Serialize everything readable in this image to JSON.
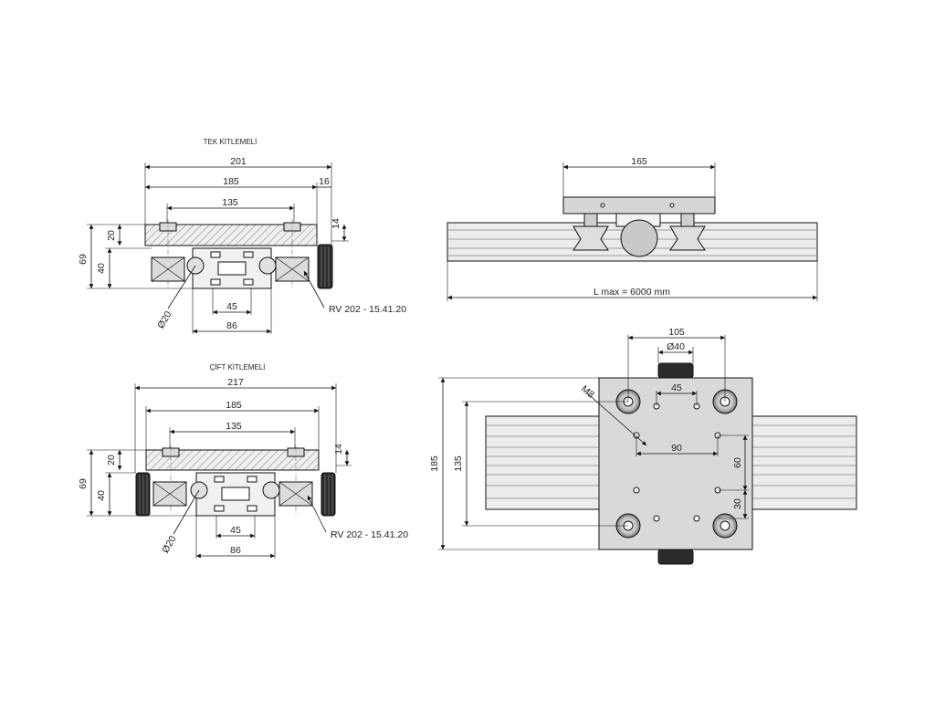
{
  "colors": {
    "background": "#ffffff",
    "line": "#111111",
    "plate": "#d9d9d9",
    "rail": "#e8e8e8",
    "knob": "#222222"
  },
  "single_lock": {
    "title": "TEK KİTLEMELİ",
    "dims": {
      "width_total": "201",
      "width_plate": "185",
      "bolt_spacing": "135",
      "overhang": "16",
      "plate_thk": "20",
      "height_total": "69",
      "height_lower": "40",
      "top_offset": "14",
      "slot": "45",
      "profile": "86",
      "knob_dia": "Ø20"
    },
    "callout": "RV 202 - 15.41.20"
  },
  "double_lock": {
    "title": "ÇİFT KİTLEMELİ",
    "dims": {
      "width_total": "217",
      "width_plate": "185",
      "bolt_spacing": "135",
      "plate_thk": "20",
      "height_total": "69",
      "height_lower": "40",
      "top_offset": "14",
      "slot": "45",
      "profile": "86",
      "knob_dia": "Ø20"
    },
    "callout": "RV 202 - 15.41.20"
  },
  "side_view": {
    "carriage_width": "165",
    "rail_length": "L max = 6000 mm"
  },
  "top_view": {
    "wheel_spacing": "105",
    "knob_dia": "Ø40",
    "hole_spacing": "45",
    "thread": "M8",
    "hole_row": "90",
    "hole_col": "60",
    "edge_offset": "30",
    "plate_len": "185",
    "wheel_len": "135"
  }
}
